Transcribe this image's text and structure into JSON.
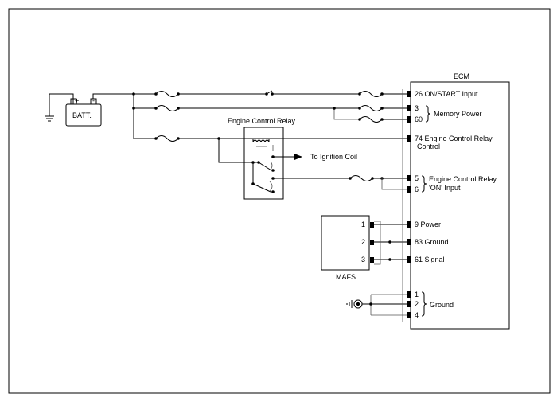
{
  "battery": {
    "label": "BATT."
  },
  "ecm": {
    "title": "ECM",
    "pins": [
      {
        "num": "26",
        "label": "ON/START Input"
      },
      {
        "num": "3",
        "label": ""
      },
      {
        "num": "60",
        "label": ""
      },
      {
        "num": "74",
        "label": "Engine Control Relay"
      },
      {
        "num": "5",
        "label": ""
      },
      {
        "num": "6",
        "label": ""
      },
      {
        "num": "9",
        "label": "Power"
      },
      {
        "num": "83",
        "label": "Ground"
      },
      {
        "num": "61",
        "label": "Signal"
      },
      {
        "num": "1",
        "label": ""
      },
      {
        "num": "2",
        "label": ""
      },
      {
        "num": "4",
        "label": ""
      }
    ],
    "pin74_line2": "Control",
    "memory_power": "Memory Power",
    "relay_on_input": [
      "Engine Control Relay",
      "'ON' Input"
    ],
    "ground": "Ground"
  },
  "relay": {
    "title": "Engine Control Relay",
    "ignition_coil": "To Ignition Coil"
  },
  "mafs": {
    "label": "MAFS",
    "pins": [
      "1",
      "2",
      "3"
    ]
  }
}
